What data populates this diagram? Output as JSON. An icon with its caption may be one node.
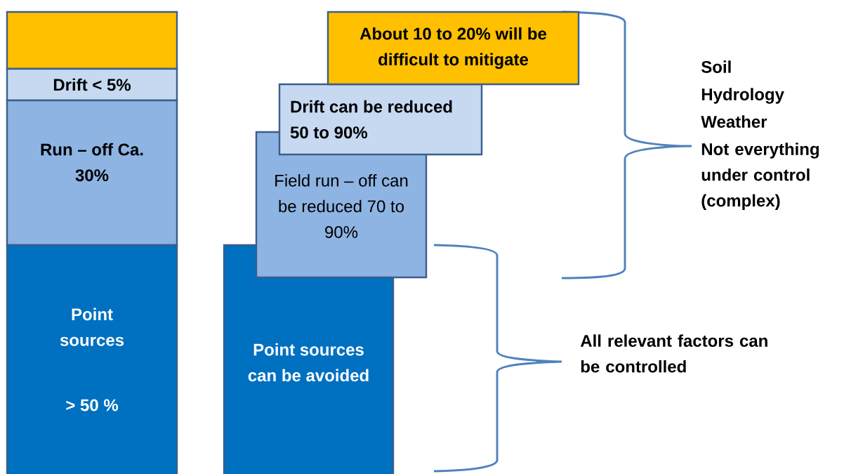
{
  "diagram": {
    "nodes": [
      {
        "text": [],
        "shape": "box"
      },
      {
        "text": [
          "Drift < 5%"
        ]
      },
      {
        "text": [
          "Run – off Ca. 30%"
        ]
      },
      {
        "text": [
          "Point sources",
          "> 50 %"
        ]
      },
      {
        "text": [
          "Point sources can be avoided"
        ]
      },
      {
        "text": [
          "Field run – off can be reduced 70 to 90%"
        ]
      },
      {
        "text": [
          "Drift can be reduced 50 to 90%"
        ]
      },
      {
        "text": [
          "About 10 to 20% will be difficult to mitigate"
        ]
      }
    ],
    "labels": [
      "Soil",
      "Hydrology",
      "Weather",
      "Not everything under control (complex)",
      "All relevant factors can be controlled"
    ]
  }
}
